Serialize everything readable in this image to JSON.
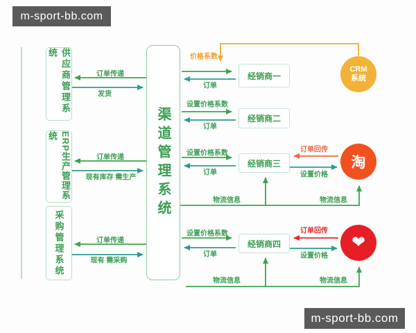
{
  "watermarks": {
    "top_left": "m-sport-bb.com",
    "bottom_right": "m-sport-bb.com"
  },
  "hub": {
    "label": "渠道管理系统"
  },
  "suppliers": [
    {
      "label": "供应商管理系统",
      "order_label": "订单传递",
      "supply_label": "发货"
    },
    {
      "label": "ERP生产管理系统",
      "order_label": "订单传递",
      "supply_label": "现有库存 需生产"
    },
    {
      "label": "采购管理系统",
      "order_label": "订单传递",
      "supply_label": "现有 需采购"
    }
  ],
  "crm": {
    "label_line1": "CRM",
    "label_line2": "系统",
    "price_line_label": "价格系数"
  },
  "distributors": [
    {
      "label": "经销商一",
      "order_label": "订单"
    },
    {
      "label": "经销商二",
      "set_price_label": "设置价格系数",
      "order_label": "订单"
    },
    {
      "label": "经销商三",
      "set_price_label": "设置价格系数",
      "order_label": "订单"
    },
    {
      "label": "经销商四",
      "set_price_label": "设置价格系数",
      "order_label": "订单"
    }
  ],
  "platforms": [
    {
      "name": "taobao",
      "logo_text": "淘",
      "order_return_label": "订单回传",
      "set_price_label": "设置价格",
      "logistics_label_left": "物流信息",
      "logistics_label_right": "物流信息"
    },
    {
      "name": "heart-shop",
      "logo_text": "❤",
      "order_return_label": "订单回传",
      "set_price_label": "设置价格",
      "logistics_label_left": "物流信息",
      "logistics_label_right": "物流信息"
    }
  ],
  "colors": {
    "arrow_green": "#3fa34d",
    "arrow_teal": "#2a9d8f",
    "crm_line_orange": "#f0a930",
    "order_return_orange": "#ed6a45",
    "order_return_red": "#e42a2a",
    "crm_fill": "#f2b237",
    "taobao_fill": "#f0511f",
    "heart_fill": "#e71e25",
    "label_green": "#3a9e52",
    "watermark_bg": "#5a5a5a"
  }
}
